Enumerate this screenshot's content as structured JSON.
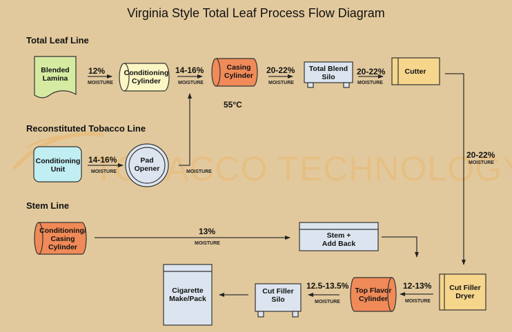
{
  "title": "Virginia Style Total Leaf Process Flow Diagram",
  "watermark": "TOBACCO TECHNOLOGY, INC.",
  "colors": {
    "background": "#e2c99d",
    "green": "#d5eba2",
    "light_yellow": "#fbf6c4",
    "orange": "#f08a58",
    "light_blue": "#dce5ef",
    "cyan": "#c0eef2",
    "gold": "#f5d68c"
  },
  "sections": {
    "total_leaf": "Total Leaf Line",
    "reconstituted": "Reconstituted Tobacco Line",
    "stem": "Stem Line"
  },
  "nodes": {
    "blended_lamina": [
      "Blended",
      "Lamina"
    ],
    "conditioning_cylinder": [
      "Conditioning",
      "Cylinder"
    ],
    "casing_cylinder": [
      "Casing",
      "Cylinder"
    ],
    "total_blend_silo": [
      "Total Blend",
      "Silo"
    ],
    "cutter": [
      "Cutter"
    ],
    "conditioning_unit": [
      "Conditioning",
      "Unit"
    ],
    "pad_opener": [
      "Pad",
      "Opener"
    ],
    "stem_cylinder": [
      "Conditioning/",
      "Casing",
      "Cylinder"
    ],
    "stem_add_back": [
      "Stem +",
      "Add Back"
    ],
    "cut_filler_dryer": [
      "Cut Filler",
      "Dryer"
    ],
    "top_flavor_cylinder": [
      "Top Flavor",
      "Cylinder"
    ],
    "cut_filler_silo": [
      "Cut Filler",
      "Silo"
    ],
    "cigarette_make_pack": [
      "Cigarette",
      "Make/Pack"
    ]
  },
  "casing_temperature": "55°C",
  "moisture_label": "MOISTURE",
  "flows": {
    "lamina_to_conditioning": "12%",
    "conditioning_to_casing": "14-16%",
    "casing_to_silo": "20-22%",
    "silo_to_cutter": "20-22%",
    "cutter_to_dryer": "20-22%",
    "unit_to_pad": "14-16%",
    "stem_to_addback": "13%",
    "dryer_to_topflavor": "12-13%",
    "topflavor_to_silo": "12.5-13.5%"
  }
}
